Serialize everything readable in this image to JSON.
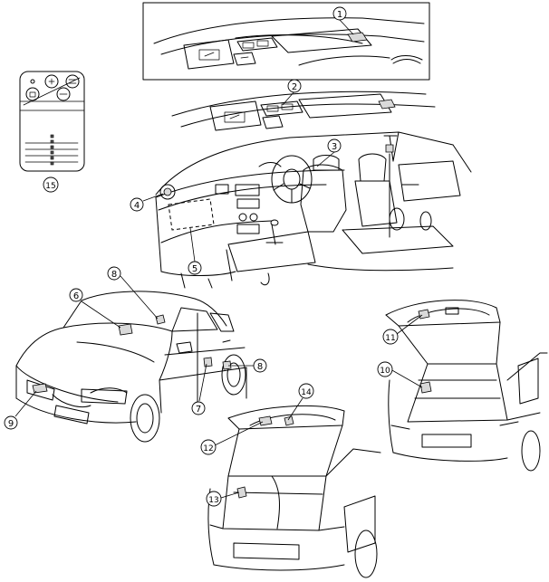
{
  "callouts": [
    "1",
    "2",
    "3",
    "4",
    "5",
    "6",
    "7",
    "8",
    "8",
    "9",
    "10",
    "11",
    "12",
    "13",
    "14",
    "15"
  ],
  "colors": {
    "line": "#000000",
    "background": "#ffffff",
    "shade": "#d9d9d9"
  }
}
